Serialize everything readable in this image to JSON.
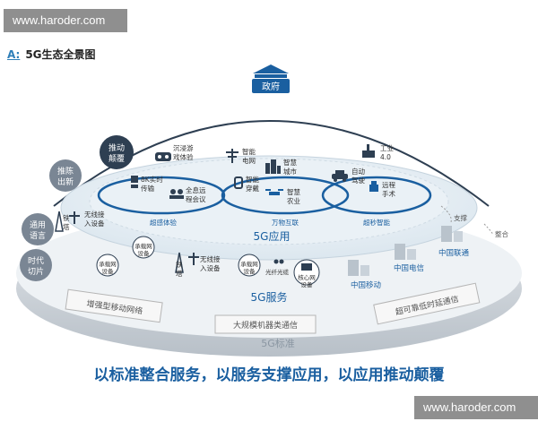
{
  "watermark": {
    "text": "www.haroder.com"
  },
  "header": {
    "letter": "A:",
    "title": "5G生态全景图"
  },
  "government": "政府",
  "bubbles": {
    "drive": [
      "推动",
      "颠覆"
    ],
    "new": [
      "推陈",
      "出新"
    ],
    "lang": [
      "通用",
      "语言"
    ],
    "era": [
      "时代",
      "切片"
    ]
  },
  "apps": {
    "vr": [
      "沉浸游",
      "戏体验"
    ],
    "grid": [
      "智能",
      "电网"
    ],
    "city": [
      "智慧",
      "城市"
    ],
    "hd8k": [
      "8K实时",
      "传输"
    ],
    "meeting": [
      "全息远",
      "程会议"
    ],
    "wear": [
      "智能",
      "穿戴"
    ],
    "agri": [
      "智慧",
      "农业"
    ],
    "industry": [
      "工业",
      "4.0"
    ],
    "drive": [
      "自动",
      "驾驶"
    ],
    "surgery": [
      "远程",
      "手术"
    ]
  },
  "zones": {
    "super": "超感体验",
    "iot": "万物互联",
    "instant": "超秒智能"
  },
  "layers": {
    "app": "5G应用",
    "service": "5G服务",
    "standard": "5G标准"
  },
  "links": {
    "support": "支撑",
    "integrate": "整合"
  },
  "services": {
    "rail1": [
      "铁",
      "塔"
    ],
    "rail2": [
      "铁",
      "塔"
    ],
    "wireless1": [
      "无线接",
      "入设备"
    ],
    "wireless2": [
      "无线接",
      "入设备"
    ],
    "carrier1": [
      "承载网",
      "设备"
    ],
    "carrier2": [
      "承载网",
      "设备"
    ],
    "carrier3": [
      "承载网",
      "设备"
    ],
    "fiber": "光纤光缆",
    "core": [
      "核心网",
      "设备"
    ]
  },
  "operators": {
    "telecom": "中国电信",
    "unicom": "中国联通",
    "mobile": "中国移动"
  },
  "standards": {
    "embb": "增强型移动网络",
    "mmtc": "大规模机器类通信",
    "urllc": "超可靠低时延通信"
  },
  "caption": "以标准整合服务，以服务支撑应用，以应用推动颠覆",
  "colors": {
    "accent": "#1a5fa0",
    "dark": "#2e3f52",
    "bubble": "#7a8694",
    "ring": "#d7e3ec",
    "basin": "#e9f0f5"
  }
}
